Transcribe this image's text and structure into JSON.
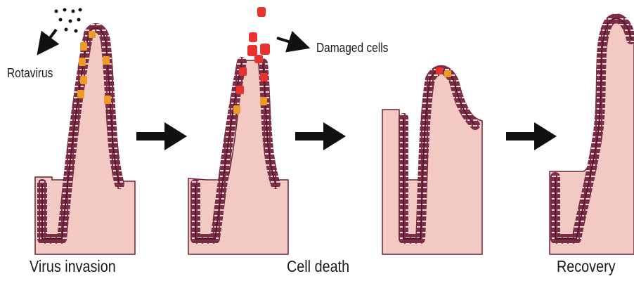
{
  "labels": {
    "rotavirus": "Rotavirus",
    "damaged_cells": "Damaged cells"
  },
  "stages": [
    {
      "label": "Virus invasion"
    },
    {
      "label": "Cell death"
    },
    {
      "label": "Recovery"
    }
  ],
  "colors": {
    "tissue": "#f3c9c3",
    "epithelium": "#7a2d45",
    "infected_cell": "#ee9a28",
    "damaged_cell": "#e8322e",
    "arrow": "#111111",
    "virus": "#111111"
  }
}
